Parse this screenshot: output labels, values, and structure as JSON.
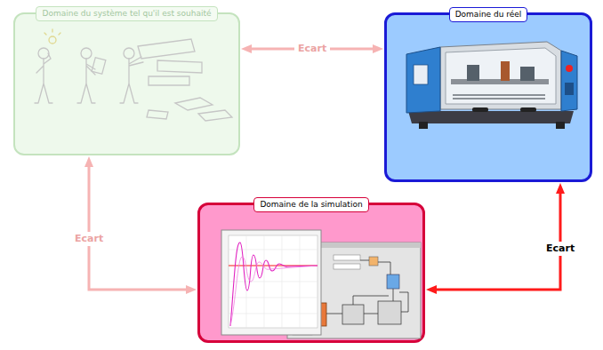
{
  "diagram": {
    "nodes": [
      {
        "text": [
          "Domaine du système tel qu'il est souhaité"
        ]
      },
      {
        "text": [
          "Domaine du réel"
        ]
      },
      {
        "text": [
          "Domaine de la simulation"
        ]
      }
    ],
    "edges": [
      {
        "from": 0,
        "to": 1,
        "arrow": "both",
        "label": "Ecart"
      },
      {
        "from": 0,
        "to": 2,
        "arrow": "both",
        "label": "Ecart"
      },
      {
        "from": 1,
        "to": 2,
        "arrow": "both",
        "label": "Ecart"
      }
    ]
  }
}
